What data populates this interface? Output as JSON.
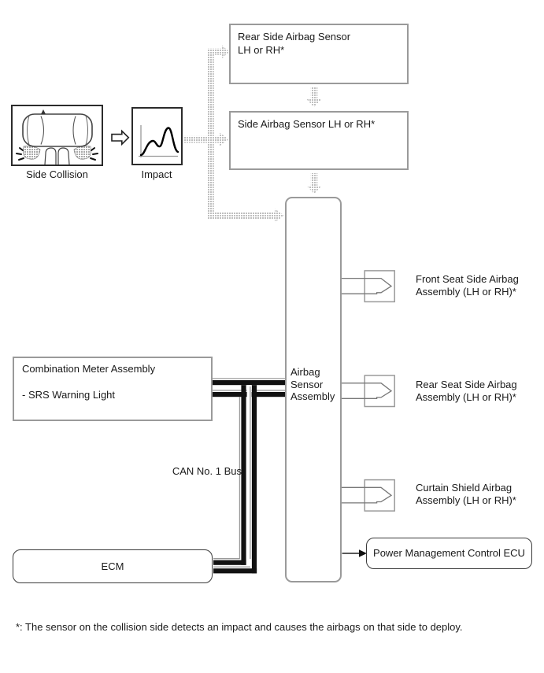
{
  "flow": {
    "side_collision_label": "Side Collision",
    "impact_label": "Impact"
  },
  "sensors": {
    "rear_side": "Rear Side Airbag Sensor\nLH or RH*",
    "side": "Side Airbag Sensor LH or RH*"
  },
  "ecu": {
    "airbag_assembly": "Airbag\nSensor\nAssembly",
    "power_management": "Power Management Control ECU",
    "ecm": "ECM"
  },
  "combination_meter": {
    "title": "Combination Meter Assembly",
    "item": "- SRS Warning Light"
  },
  "outputs": [
    {
      "label": "Front Seat Side Airbag\nAssembly (LH or RH)*"
    },
    {
      "label": "Rear Seat Side Airbag\nAssembly (LH or RH)*"
    },
    {
      "label": "Curtain Shield Airbag\nAssembly (LH or RH)*"
    }
  ],
  "bus": {
    "label": "CAN No. 1 Bus"
  },
  "footnote": "*: The sensor on the collision side detects an impact and causes the airbags on that side to deploy.",
  "colors": {
    "box_gray": "#9a9a9a",
    "bus_black": "#111111",
    "halftone_gray": "#8a8a8a"
  }
}
